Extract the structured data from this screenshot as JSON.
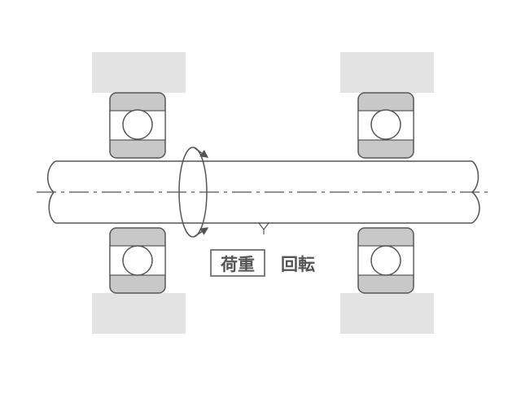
{
  "labels": {
    "load": "荷重",
    "rotation": "回転"
  },
  "colors": {
    "housing_fill": "#e3e3e3",
    "ring_fill": "#c8c8c8",
    "stroke": "#555555",
    "background": "#ffffff"
  },
  "parts": {
    "housing": "housing",
    "bearing": "ball-bearing",
    "shaft": "shaft",
    "rotation_arrow": "curved-rotation-arrow-icon"
  }
}
